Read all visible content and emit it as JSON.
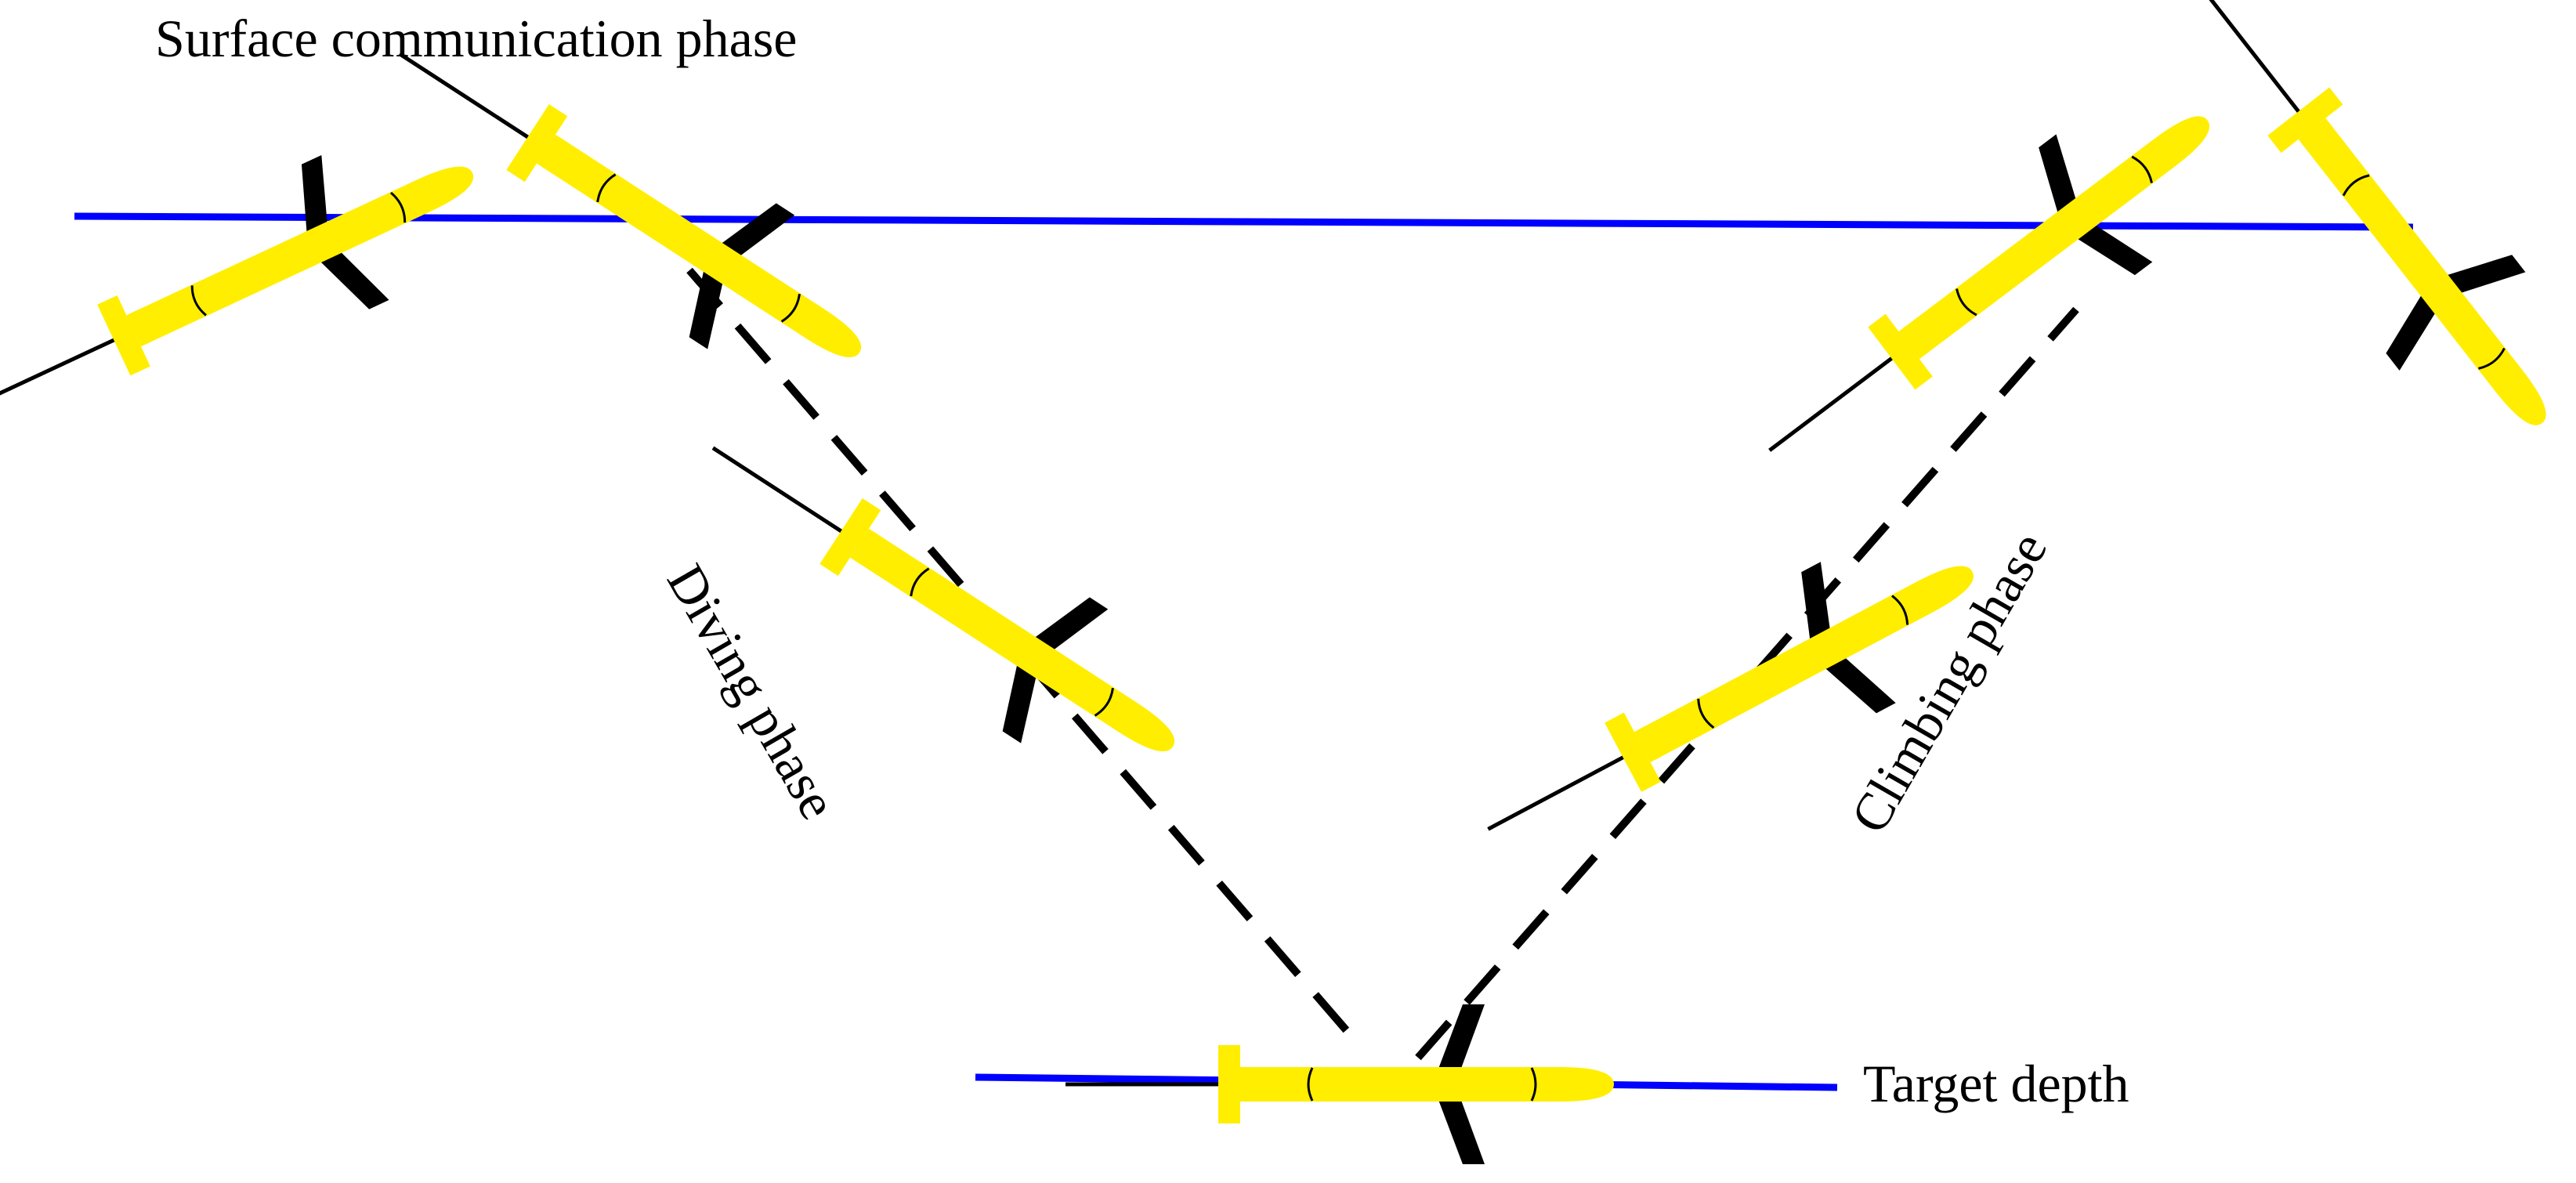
{
  "labels": {
    "surface_phase": "Surface communication phase",
    "diving_phase": "Diving phase",
    "climbing_phase": "Climbing phase",
    "target_depth": "Target depth"
  },
  "colors": {
    "surface_line": "#0000ff",
    "depth_line": "#0000ff",
    "glider_body": "#ffee00",
    "wings": "#000000",
    "trajectory": "#000000"
  }
}
